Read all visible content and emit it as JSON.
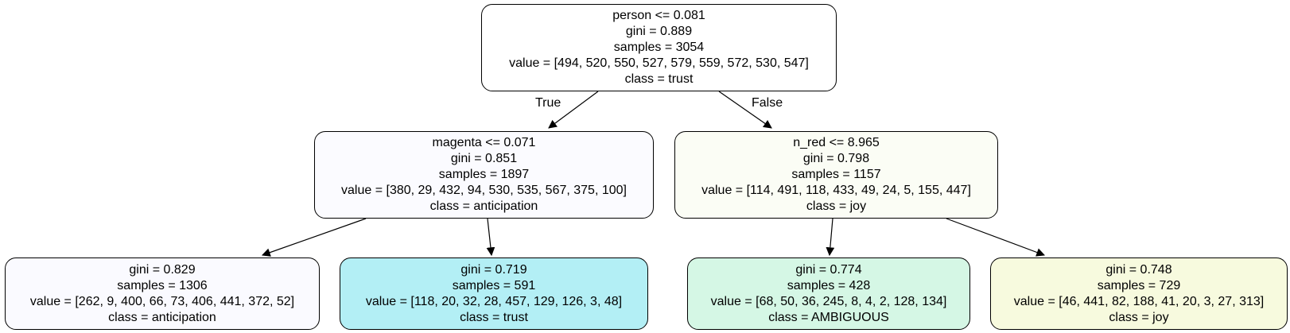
{
  "edge_labels": {
    "true": "True",
    "false": "False"
  },
  "colors": {
    "root": "#ffffff",
    "anticipation_light": "#fbfbff",
    "anticipation_lighter": "#fafaff",
    "trust": "#b3eff5",
    "joy_light": "#fbfdf5",
    "joy": "#f7fade",
    "ambiguous": "#d5f7e5"
  },
  "nodes": {
    "root": {
      "line1": "person <= 0.081",
      "line2": "gini = 0.889",
      "line3": "samples = 3054",
      "line4": "value = [494, 520, 550, 527, 579, 559, 572, 530, 547]",
      "line5": "class = trust"
    },
    "left": {
      "line1": "magenta <= 0.071",
      "line2": "gini = 0.851",
      "line3": "samples = 1897",
      "line4": "value = [380, 29, 432, 94, 530, 535, 567, 375, 100]",
      "line5": "class = anticipation"
    },
    "right": {
      "line1": "n_red <= 8.965",
      "line2": "gini = 0.798",
      "line3": "samples = 1157",
      "line4": "value = [114, 491, 118, 433, 49, 24, 5, 155, 447]",
      "line5": "class = joy"
    },
    "leaf_ll": {
      "line1": "gini = 0.829",
      "line2": "samples = 1306",
      "line3": "value = [262, 9, 400, 66, 73, 406, 441, 372, 52]",
      "line4": "class = anticipation"
    },
    "leaf_lr": {
      "line1": "gini = 0.719",
      "line2": "samples = 591",
      "line3": "value = [118, 20, 32, 28, 457, 129, 126, 3, 48]",
      "line4": "class = trust"
    },
    "leaf_rl": {
      "line1": "gini = 0.774",
      "line2": "samples = 428",
      "line3": "value = [68, 50, 36, 245, 8, 4, 2, 128, 134]",
      "line4": "class = AMBIGUOUS"
    },
    "leaf_rr": {
      "line1": "gini = 0.748",
      "line2": "samples = 729",
      "line3": "value = [46, 441, 82, 188, 41, 20, 3, 27, 313]",
      "line4": "class = joy"
    }
  }
}
